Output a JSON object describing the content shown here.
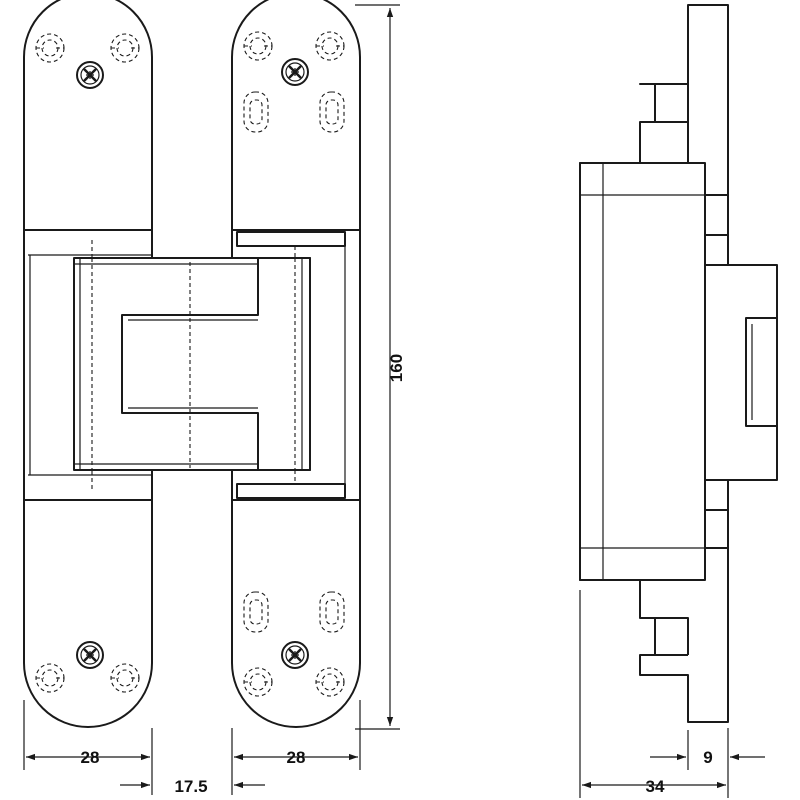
{
  "diagram": {
    "dimensions": {
      "left_leaf_width": "28",
      "gap": "17.5",
      "right_leaf_width": "28",
      "height": "160",
      "side_depth": "34",
      "side_plate": "9"
    },
    "line_color": "#1a1a1a",
    "background": "#ffffff"
  }
}
